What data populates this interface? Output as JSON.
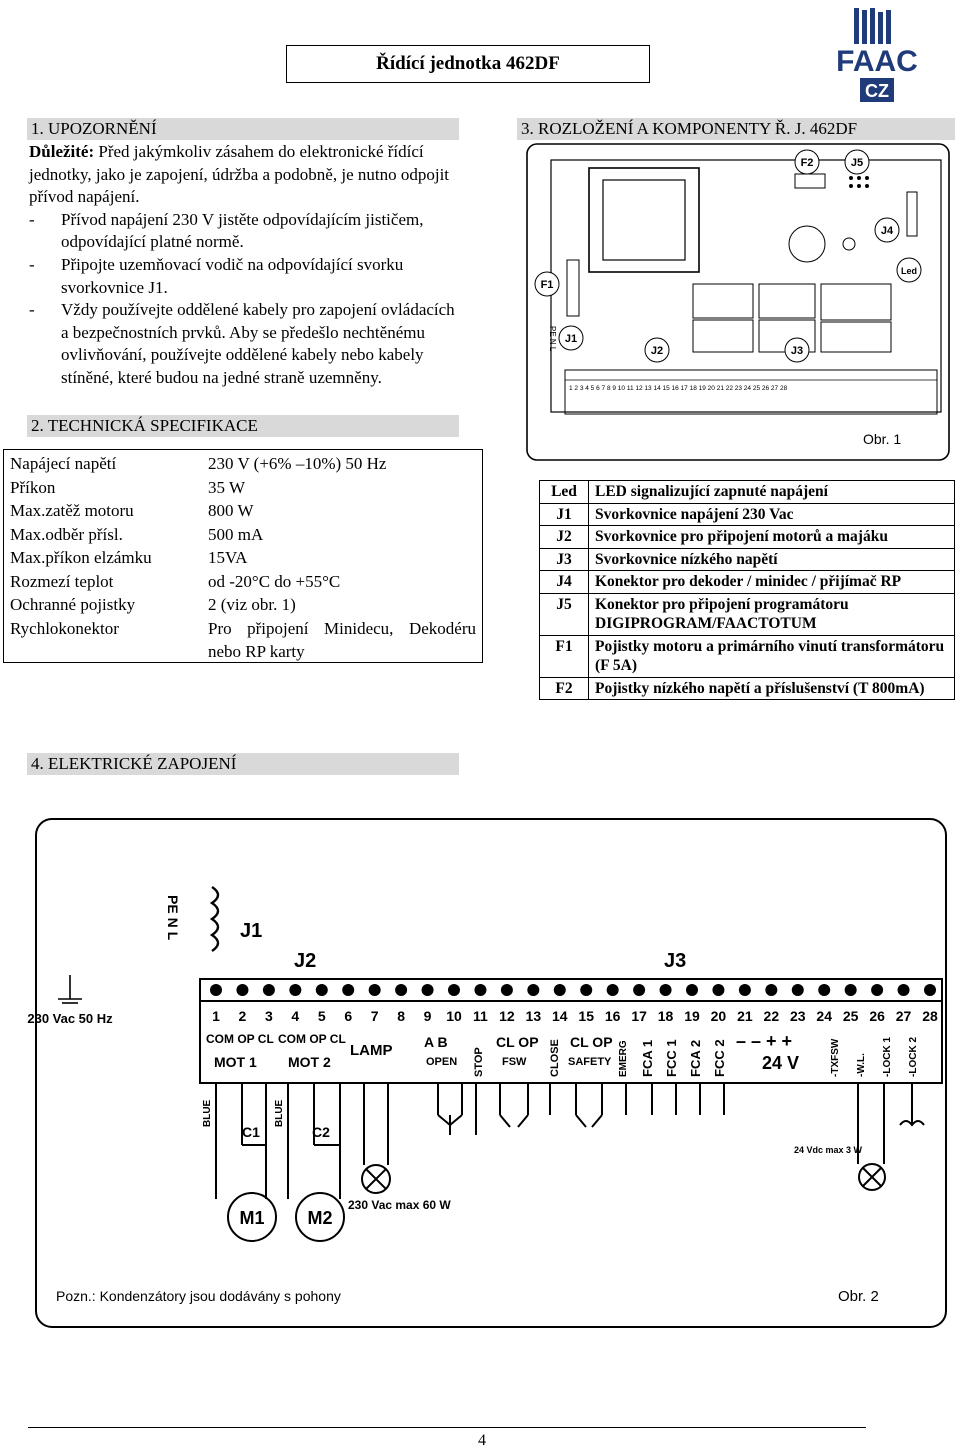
{
  "header": {
    "title": "Řídící jednotka 462DF",
    "logo_text": "FAAC",
    "logo_sub": "CZ"
  },
  "section1": {
    "heading": "1. UPOZORNĚNÍ",
    "lines": [
      "Důležité: Před jakýmkoliv zásahem do elektronické řídící jednotky, jako je zapojení, údržba a podobně, je nutno odpojit přívod napájení."
    ],
    "bullets": [
      "Přívod napájení 230 V jistěte odpovídajícím jističem, odpovídající platné normě.",
      "Připojte uzemňovací vodič na odpovídající svorku svorkovnice J1.",
      "Vždy používejte oddělené kabely pro zapojení ovládacích a bezpečnostních prvků. Aby se předešlo nechtěnému ovlivňování, používejte oddělené kabely nebo kabely stíněné, které budou na jedné straně uzemněny."
    ],
    "bold_prefix": "Důležité:",
    "intro_rest": " Před jakýmkoliv zásahem do elektronické řídící jednotky, jako je zapojení, údržba a podobně, je nutno odpojit přívod napájení."
  },
  "section2": {
    "heading": "2. TECHNICKÁ SPECIFIKACE",
    "rows": [
      {
        "label": "Napájecí napětí",
        "value": "230 V (+6% –10%) 50 Hz"
      },
      {
        "label": "Příkon",
        "value": "35 W"
      },
      {
        "label": "Max.zatěž motoru",
        "value": "800 W"
      },
      {
        "label": "Max.odběr přísl.",
        "value": "500 mA"
      },
      {
        "label": "Max.příkon elzámku",
        "value": "15VA"
      },
      {
        "label": "Rozmezí teplot",
        "value": "od -20°C do +55°C"
      },
      {
        "label": "Ochranné pojistky",
        "value": "2 (viz obr. 1)"
      },
      {
        "label": "Rychlokonektor",
        "value": "Pro připojení Minidecu, Dekodéru nebo RP karty"
      }
    ]
  },
  "section3": {
    "heading": "3. ROZLOŽENÍ A KOMPONENTY Ř. J. 462DF",
    "figure_caption": "Obr. 1",
    "board_labels": [
      "F2",
      "J5",
      "J4",
      "Led",
      "F1",
      "J1",
      "J2",
      "J3"
    ],
    "board_side_text": "PE N L",
    "terminal_numbers": "1 2 3 4 5 6 7 8 9 10 11 12 13 14 15 16 17 18 19 20 21 22 23 24 25 26 27 28",
    "components": [
      {
        "key": "Led",
        "desc": "LED signalizující zapnuté napájení"
      },
      {
        "key": "J1",
        "desc": "Svorkovnice napájení 230 Vac"
      },
      {
        "key": "J2",
        "desc": "Svorkovnice pro připojení motorů a majáku"
      },
      {
        "key": "J3",
        "desc": "Svorkovnice nízkého napětí"
      },
      {
        "key": "J4",
        "desc": "Konektor pro dekoder / minidec / přijímač RP"
      },
      {
        "key": "J5",
        "desc": "Konektor pro připojení programátoru DIGIPROGRAM/FAACTOTUM"
      },
      {
        "key": "F1",
        "desc": "Pojistky motoru a primárního vinutí transformátoru (F 5A)"
      },
      {
        "key": "F2",
        "desc": "Pojistky nízkého napětí a příslušenství (T 800mA)"
      }
    ]
  },
  "section4": {
    "heading": "4. ELEKTRICKÉ ZAPOJENÍ",
    "diagram": {
      "j1": "J1",
      "j2": "J2",
      "j3": "J3",
      "pen": "PE N L",
      "supply": "230 Vac 50 Hz",
      "terminals": [
        "1",
        "2",
        "3",
        "4",
        "5",
        "6",
        "7",
        "8",
        "9",
        "10",
        "11",
        "12",
        "13",
        "14",
        "15",
        "16",
        "17",
        "18",
        "19",
        "20",
        "21",
        "22",
        "23",
        "24",
        "25",
        "26",
        "27",
        "28"
      ],
      "groups": [
        "COM OP CL",
        "COM OP CL",
        "MOT 1",
        "MOT 2",
        "LAMP",
        "A B",
        "OPEN",
        "STOP",
        "CL OP",
        "FSW",
        "CLOSE",
        "CL OP",
        "SAFETY",
        "EMERG",
        "FCA 1",
        "FCC 1",
        "FCA 2",
        "FCC 2",
        "– – + +",
        "24 V",
        "-TXFSW",
        "-W.L.",
        "-LOCK 1",
        "-LOCK 2"
      ],
      "wire_blue": "BLUE",
      "c1": "C1",
      "c2": "C2",
      "m1": "M1",
      "m2": "M2",
      "lamp": "230 Vac max 60 W",
      "wl": "24 Vdc max 3 W",
      "note": "Pozn.: Kondenzátory jsou dodávány s pohony",
      "caption": "Obr. 2"
    }
  },
  "footer": {
    "page": "4"
  }
}
